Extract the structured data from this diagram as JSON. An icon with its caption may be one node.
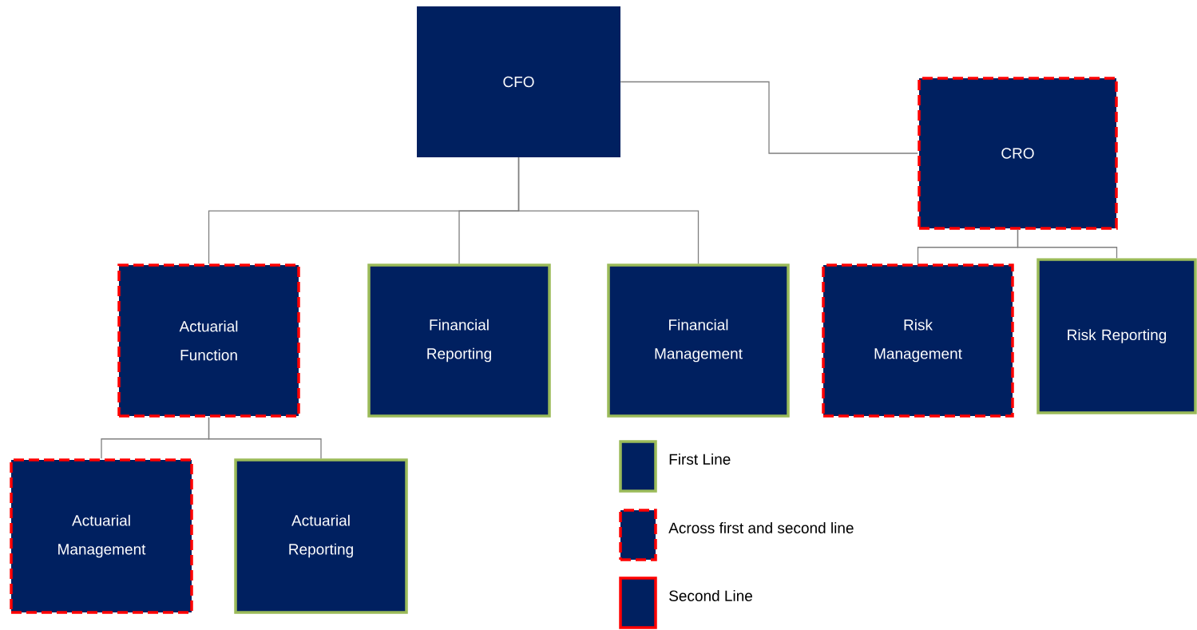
{
  "diagram": {
    "nodes": [
      {
        "text": [
          "CFO"
        ]
      },
      {
        "text": [
          "CRO"
        ]
      },
      {
        "text": [
          "Actuarial Function"
        ]
      },
      {
        "text": [
          "Financial Reporting"
        ]
      },
      {
        "text": [
          "Financial Management"
        ]
      },
      {
        "text": [
          "Risk Management"
        ]
      },
      {
        "text": [
          "Risk Reporting"
        ]
      },
      {
        "text": [
          "Actuarial Management"
        ]
      },
      {
        "text": [
          "Actuarial Reporting"
        ]
      }
    ],
    "edges": [
      {
        "from": 0,
        "to": 1,
        "arrow": "none"
      },
      {
        "from": 0,
        "to": 2,
        "arrow": "none"
      },
      {
        "from": 0,
        "to": 3,
        "arrow": "none"
      },
      {
        "from": 0,
        "to": 4,
        "arrow": "none"
      },
      {
        "from": 1,
        "to": 5,
        "arrow": "none"
      },
      {
        "from": 1,
        "to": 6,
        "arrow": "none"
      },
      {
        "from": 2,
        "to": 7,
        "arrow": "none"
      },
      {
        "from": 2,
        "to": 8,
        "arrow": "none"
      }
    ],
    "legend": [
      {
        "text": "First Line"
      },
      {
        "text": "Across first and second line"
      },
      {
        "text": "Second Line"
      }
    ]
  }
}
